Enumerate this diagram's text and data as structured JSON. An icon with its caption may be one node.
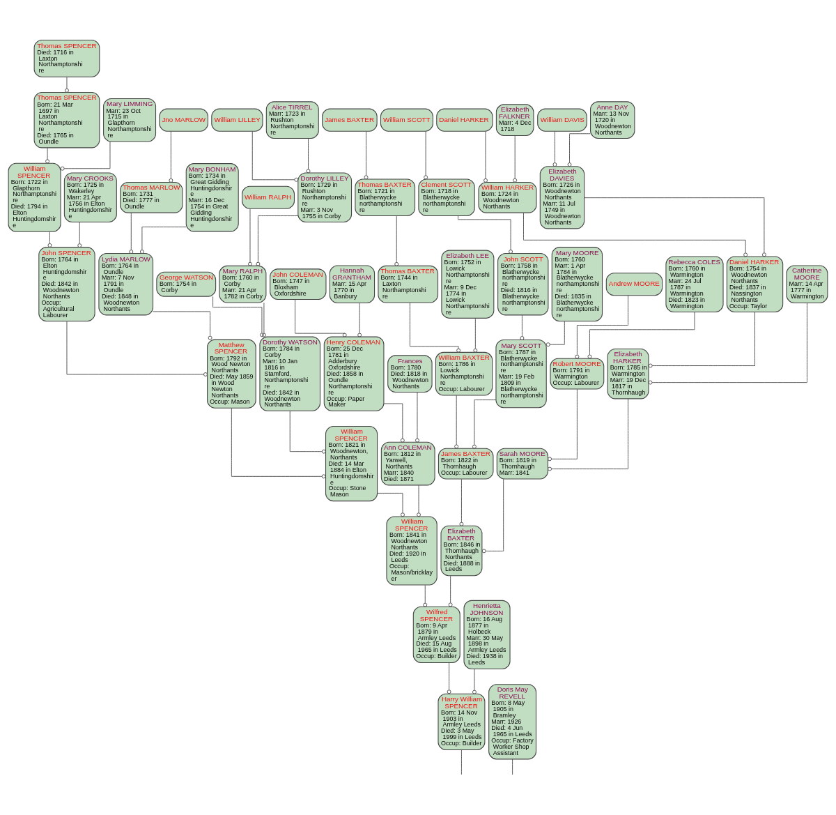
{
  "diagram": {
    "nodes": [
      {
        "text": [
          "Thomas SPENCER",
          "Died: 1716 in Laxton Northamptonshi re"
        ]
      },
      {
        "text": [
          "Thomas SPENCER",
          "Born: 21 Mar 1697 in Laxton Northamptonshi re",
          "Died: 1765 in Oundle"
        ]
      },
      {
        "text": [
          "Mary LIMMING",
          "Marr: 23 Oct 1715 in Glapthorn Northamptonshi re"
        ]
      },
      {
        "text": [
          "Jno MARLOW"
        ]
      },
      {
        "text": [
          "William LILLEY"
        ]
      },
      {
        "text": [
          "Alice TIRREL",
          "Marr: 1723 in Rushton Northamptonshi re"
        ]
      },
      {
        "text": [
          "James BAXTER"
        ]
      },
      {
        "text": [
          "William SCOTT"
        ]
      },
      {
        "text": [
          "Daniel HARKER"
        ]
      },
      {
        "text": [
          "Elizabeth FALKNER",
          "Marr: 4 Dec 1718"
        ]
      },
      {
        "text": [
          "William DAVIS"
        ]
      },
      {
        "text": [
          "Anne DAY",
          "Marr: 13 Nov 1720 in Woodnewton Northants"
        ]
      },
      {
        "text": [
          "William SPENCER",
          "Born: 1722 in Glapthorn Northamptonshi re",
          "Died: 1794 in Elton Huntingdomshir e"
        ]
      },
      {
        "text": [
          "Mary CROOKS",
          "Born: 1725 in Wakerley",
          "Marr: 21 Apr 1756 in Elton Huntingdomshir e"
        ]
      },
      {
        "text": [
          "Thomas MARLOW",
          "Born: 1731",
          "Died: 1777 in Oundle"
        ]
      },
      {
        "text": [
          "Mary BONHAM",
          "Born: 1734 in Great Gidding Huntingdonshir e",
          "Marr: 16 Dec 1754 in Great Gidding Huntingdonshir e"
        ]
      },
      {
        "text": [
          "William RALPH"
        ]
      },
      {
        "text": [
          "Dorothy LILLEY",
          "Born: 1729 in Rushton Northamptonshi re",
          "Marr: 3 Nov 1755 in Corby"
        ]
      },
      {
        "text": [
          "Thomas BAXTER",
          "Born: 1721 in Blatherwycke northamptonshi re"
        ]
      },
      {
        "text": [
          "Clement SCOTT",
          "Born: 1718 in Blatherwycke northamptonshi re"
        ]
      },
      {
        "text": [
          "William HARKER",
          "Born: 1724 in Woodnewton Northants"
        ]
      },
      {
        "text": [
          "Elizabeth DAVIES",
          "Born: 1726 in Woodnewton Northants",
          "Marr: 11 Jul 1749 in Woodnewton Northants"
        ]
      },
      {
        "text": [
          "John SPENCER",
          "Born: 1764 in Elton Huntingdomshir e",
          "Died: 1842 in Woodnewton Northants",
          "Occup: Agricultural Labourer"
        ]
      },
      {
        "text": [
          "Lydia MARLOW",
          "Born: 1764 in Oundle",
          "Marr: 7 Nov 1791 in Oundle",
          "Died: 1848 in Woodnewton Northants"
        ]
      },
      {
        "text": [
          "George WATSON",
          "Born: 1754 in Corby"
        ]
      },
      {
        "text": [
          "Mary RALPH",
          "Born: 1760 in Corby",
          "Marr: 21 Apr 1782 in Corby"
        ]
      },
      {
        "text": [
          "John COLEMAN",
          "Born: 1747 in Bloxham Oxfordshire"
        ]
      },
      {
        "text": [
          "Hannah GRANTHAM",
          "Marr: 15 Apr 1770 in Banbury"
        ]
      },
      {
        "text": [
          "Thomas BAXTER",
          "Born: 1744 in Laxton Northamptonshi re"
        ]
      },
      {
        "text": [
          "Elizabeth LEE",
          "Born: 1752 in Lowick Northamptonshi re",
          "Marr: 9 Dec 1774 in Lowick Northamptonshi re"
        ]
      },
      {
        "text": [
          "John SCOTT",
          "Born: 1758 in Blatherwycke northamptonshi re",
          "Died: 1816 in Blatherwycke northamptonshi re"
        ]
      },
      {
        "text": [
          "Mary MOORE",
          "Born: 1760",
          "Marr: 1 Apr 1784 in Blatherwycke northamptonshi re",
          "Died: 1835 in Blatherwycke northamptonshi re"
        ]
      },
      {
        "text": [
          "Andrew MOORE"
        ]
      },
      {
        "text": [
          "Rebecca COLES",
          "Born: 1760 in Warmington",
          "Marr: 24 Jul 1787 in Warmington",
          "Died: 1823 in Warmington"
        ]
      },
      {
        "text": [
          "Daniel HARKER",
          "Born: 1754 in Woodnewton Northants",
          "Died: 1837 in Nassington Northants",
          "Occup: Taylor"
        ]
      },
      {
        "text": [
          "Catherine MOORE",
          "Marr: 14 Apr 1777 in Warmington"
        ]
      },
      {
        "text": [
          "Matthew SPENCER",
          "Born: 1792 in Wood Newton Northants",
          "Died: May 1859 in Wood Newton Northants",
          "Occup: Mason"
        ]
      },
      {
        "text": [
          "Dorothy WATSON",
          "Born: 1784 in Corby",
          "Marr: 10 Jan 1816 in Stamford, Northamptonshi re",
          "Died: 1842 in Woodnewton Northants"
        ]
      },
      {
        "text": [
          "Henry COLEMAN",
          "Born: 25 Dec 1781 in Adderbury Oxfordshire",
          "Died: 1858 in Oundle Northamptonshi re",
          "Occup: Paper Maker"
        ]
      },
      {
        "text": [
          "Frances",
          "Born: 1780",
          "Died: 1818 in Woodnewton Northants"
        ]
      },
      {
        "text": [
          "William BAXTER",
          "Born: 1786 in Lowick Northamptonshi re",
          "Occup: Labourer"
        ]
      },
      {
        "text": [
          "Mary SCOTT",
          "Born: 1787 in Blatherwycke northamptonshi re",
          "Marr: 19 Feb 1809 in Blatherwycke northamptonshi re"
        ]
      },
      {
        "text": [
          "Robert MOORE",
          "Born: 1791 in Warmington",
          "Occup: Labourer"
        ]
      },
      {
        "text": [
          "Elizabeth HARKER",
          "Born: 1785 in Warmington",
          "Marr: 19 Dec 1817 in Thornhaugh"
        ]
      },
      {
        "text": [
          "William SPENCER",
          "Born: 1821 in Woodnewton, Northants",
          "Died: 14 Mar 1884 in Elton Huntingdomshir e",
          "Occup: Stone Mason"
        ]
      },
      {
        "text": [
          "Ann COLEMAN",
          "Born: 1812 in Yarwell, Northants",
          "Marr: 1840",
          "Died: 1871"
        ]
      },
      {
        "text": [
          "James BAXTER",
          "Born: 1822 in Thornhaugh",
          "Occup: Labourer"
        ]
      },
      {
        "text": [
          "Sarah MOORE",
          "Born: 1819 in Thornhaugh",
          "Marr: 1841"
        ]
      },
      {
        "text": [
          "William SPENCER",
          "Born: 1841 in Woodnewton Northants",
          "Died: 1920 in Leeds",
          "Occup: Mason/bricklay er"
        ]
      },
      {
        "text": [
          "Elizabeth BAXTER",
          "Born: 1846 in Thornhaugh Northants",
          "Died: 1888 in Leeds"
        ]
      },
      {
        "text": [
          "Wilfred SPENCER",
          "Born: 9 Apr 1879 in Armley Leeds",
          "Died: 15 Aug 1965 in Leeds",
          "Occup: Builder"
        ]
      },
      {
        "text": [
          "Henrietta JOHNSON",
          "Born: 16 Aug 1877 in Holbeck",
          "Marr: 30 May 1898 in Armley Leeds",
          "Died: 1938 in Leeds"
        ]
      },
      {
        "text": [
          "Harry William SPENCER",
          "Born: 14 Nov 1903 in Armley Leeds",
          "Died: 3 May 1999 in Leeds",
          "Occup: Builder"
        ]
      },
      {
        "text": [
          "Doris May REVELL",
          "Born: 8 May 1905 in Bramley",
          "Marr: 1926",
          "Died: 4 Jun 1965 in Leeds",
          "Occup: Factory Worker Shop Assistant"
        ]
      }
    ],
    "edges": [
      {
        "from": 0,
        "to": 1,
        "arrow": "other"
      },
      {
        "from": 1,
        "to": 12,
        "arrow": "other"
      },
      {
        "from": 2,
        "to": 12,
        "arrow": "other"
      },
      {
        "from": 3,
        "to": 14,
        "arrow": "other"
      },
      {
        "from": 4,
        "to": 17,
        "arrow": "other"
      },
      {
        "from": 5,
        "to": 17,
        "arrow": "other"
      },
      {
        "from": 6,
        "to": 18,
        "arrow": "other"
      },
      {
        "from": 7,
        "to": 19,
        "arrow": "other"
      },
      {
        "from": 8,
        "to": 20,
        "arrow": "other"
      },
      {
        "from": 9,
        "to": 20,
        "arrow": "other"
      },
      {
        "from": 10,
        "to": 21,
        "arrow": "other"
      },
      {
        "from": 11,
        "to": 21,
        "arrow": "other"
      },
      {
        "from": 12,
        "to": 22,
        "arrow": "other"
      },
      {
        "from": 13,
        "to": 22,
        "arrow": "other"
      },
      {
        "from": 14,
        "to": 23,
        "arrow": "other"
      },
      {
        "from": 15,
        "to": 23,
        "arrow": "other"
      },
      {
        "from": 16,
        "to": 25,
        "arrow": "other"
      },
      {
        "from": 17,
        "to": 25,
        "arrow": "other"
      },
      {
        "from": 18,
        "to": 28,
        "arrow": "other"
      },
      {
        "from": 19,
        "to": 30,
        "arrow": "other"
      },
      {
        "from": 20,
        "to": 34,
        "arrow": "other"
      },
      {
        "from": 21,
        "to": 34,
        "arrow": "other"
      },
      {
        "from": 22,
        "to": 36,
        "arrow": "other"
      },
      {
        "from": 23,
        "to": 36,
        "arrow": "other"
      },
      {
        "from": 24,
        "to": 37,
        "arrow": "other"
      },
      {
        "from": 25,
        "to": 37,
        "arrow": "other"
      },
      {
        "from": 26,
        "to": 38,
        "arrow": "other"
      },
      {
        "from": 27,
        "to": 38,
        "arrow": "other"
      },
      {
        "from": 28,
        "to": 40,
        "arrow": "other"
      },
      {
        "from": 29,
        "to": 40,
        "arrow": "other"
      },
      {
        "from": 30,
        "to": 41,
        "arrow": "other"
      },
      {
        "from": 31,
        "to": 41,
        "arrow": "other"
      },
      {
        "from": 32,
        "to": 42,
        "arrow": "other"
      },
      {
        "from": 33,
        "to": 42,
        "arrow": "other"
      },
      {
        "from": 34,
        "to": 43,
        "arrow": "other"
      },
      {
        "from": 35,
        "to": 43,
        "arrow": "other"
      },
      {
        "from": 36,
        "to": 44,
        "arrow": "other"
      },
      {
        "from": 37,
        "to": 44,
        "arrow": "other"
      },
      {
        "from": 38,
        "to": 45,
        "arrow": "other"
      },
      {
        "from": 39,
        "to": 45,
        "arrow": "other"
      },
      {
        "from": 40,
        "to": 46,
        "arrow": "other"
      },
      {
        "from": 41,
        "to": 46,
        "arrow": "other"
      },
      {
        "from": 42,
        "to": 47,
        "arrow": "other"
      },
      {
        "from": 43,
        "to": 47,
        "arrow": "other"
      },
      {
        "from": 44,
        "to": 48,
        "arrow": "other"
      },
      {
        "from": 45,
        "to": 48,
        "arrow": "other"
      },
      {
        "from": 46,
        "to": 49,
        "arrow": "other"
      },
      {
        "from": 47,
        "to": 49,
        "arrow": "other"
      },
      {
        "from": 48,
        "to": 50,
        "arrow": "other"
      },
      {
        "from": 49,
        "to": 50,
        "arrow": "other"
      },
      {
        "from": 50,
        "to": 52,
        "arrow": "other"
      },
      {
        "from": 51,
        "to": 52,
        "arrow": "other"
      },
      {
        "from": 52,
        "to": null,
        "arrow": "none"
      },
      {
        "from": 53,
        "to": null,
        "arrow": "none"
      }
    ]
  }
}
